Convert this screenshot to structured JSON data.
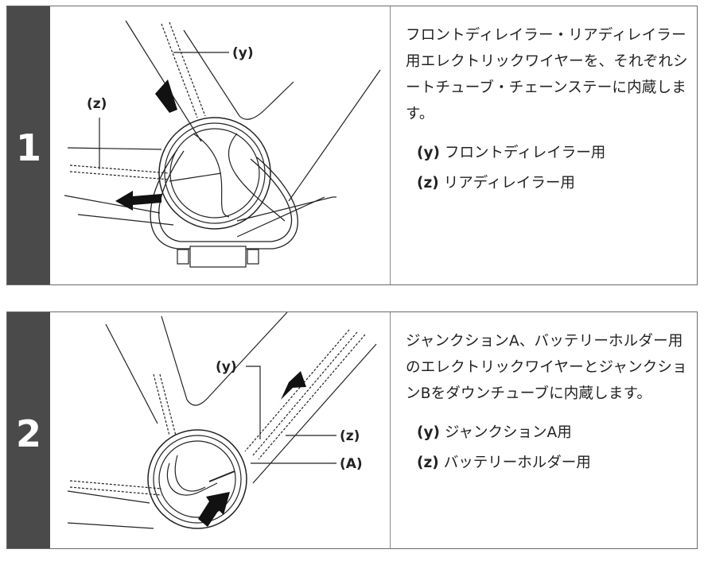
{
  "steps": [
    {
      "number": "1",
      "callouts": {
        "y": "(y)",
        "z": "(z)"
      },
      "description": "フロントディレイラー・リアディレイラー用エレクトリックワイヤーを、それぞれシートチューブ・チェーンステーに内蔵します。",
      "legend": [
        {
          "key": "(y)",
          "text": "フロントディレイラー用"
        },
        {
          "key": "(z)",
          "text": "リアディレイラー用"
        }
      ]
    },
    {
      "number": "2",
      "callouts": {
        "y": "(y)",
        "z": "(z)",
        "a": "(A)"
      },
      "description": "ジャンクションA、バッテリーホルダー用のエレクトリックワイヤーとジャンクションBをダウンチューブに内蔵します。",
      "legend": [
        {
          "key": "(y)",
          "text": "ジャンクションA用"
        },
        {
          "key": "(z)",
          "text": "バッテリーホルダー用"
        }
      ]
    }
  ]
}
